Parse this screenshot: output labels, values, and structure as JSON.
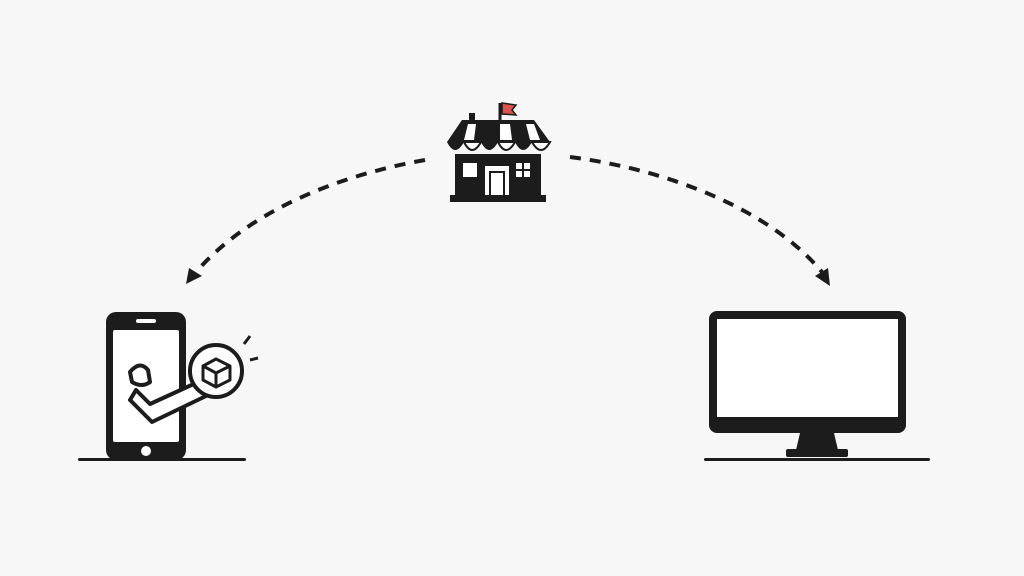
{
  "diagram": {
    "nodes": [
      {
        "id": "store",
        "icon": "storefront-icon"
      },
      {
        "id": "phone",
        "icon": "smartphone-icon"
      },
      {
        "id": "desktop",
        "icon": "desktop-monitor-icon"
      }
    ],
    "edges": [
      {
        "from": "store",
        "to": "phone",
        "style": "dashed"
      },
      {
        "from": "store",
        "to": "desktop",
        "style": "dashed"
      }
    ]
  },
  "colors": {
    "background": "#f7f7f7",
    "ink": "#1c1c1c",
    "flag": "#d9534f"
  }
}
